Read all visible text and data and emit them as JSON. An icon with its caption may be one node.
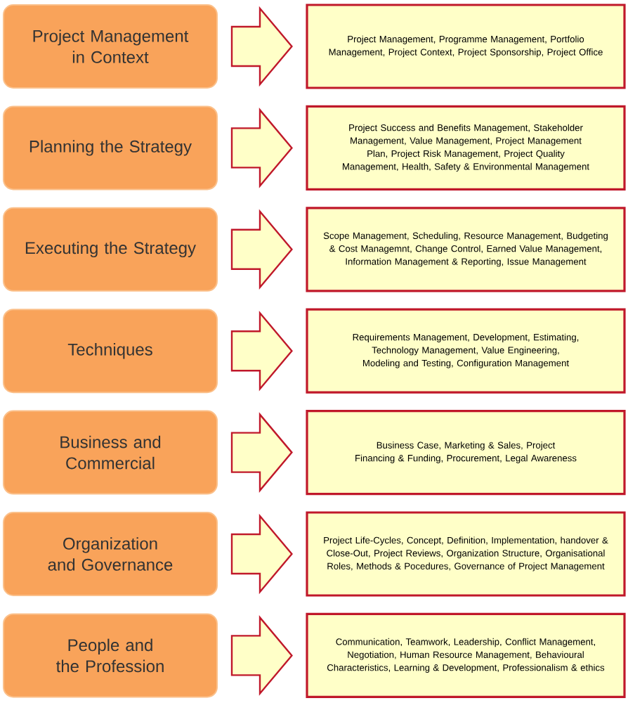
{
  "diagram": {
    "nodes": [
      {
        "text": [
          "Project Management in Context"
        ]
      },
      {
        "text": [
          "Project Management, Programme Management, Portfolio Management, Project Context, Project Sponsorship, Project Office"
        ]
      },
      {
        "text": [
          "Planning the Strategy"
        ]
      },
      {
        "text": [
          "Project Success and Benefits Management, Stakeholder Management, Value Management, Project Management Plan, Project Risk Management, Project Quality Management, Health, Safety & Environmental Management"
        ]
      },
      {
        "text": [
          "Executing the Strategy"
        ]
      },
      {
        "text": [
          "Scope Management, Scheduling, Resource Management, Budgeting & Cost Managemnt, Change Control, Earned Value Management, Information Management & Reporting, Issue Management"
        ]
      },
      {
        "text": [
          "Techniques"
        ]
      },
      {
        "text": [
          "Requirements Management, Development, Estimating, Technology Management, Value Engineering, Modeling and Testing, Configuration Management"
        ]
      },
      {
        "text": [
          "Business and Commercial"
        ]
      },
      {
        "text": [
          "Business Case, Marketing & Sales, Project Financing & Funding, Procurement, Legal Awareness"
        ]
      },
      {
        "text": [
          "Organization and Governance"
        ]
      },
      {
        "text": [
          "Project Life-Cycles, Concept, Definition, Implementation, handover & Close-Out, Project Reviews, Organization Structure, Organisational Roles, Methods & Pocedures, Governance of Project Management"
        ]
      },
      {
        "text": [
          "People and the Profession"
        ]
      },
      {
        "text": [
          "Communication, Teamwork, Leadership, Conflict Management, Negotiation, Human Resource Management, Behavioural Characteristics, Learning & Development, Professionalism & ethics"
        ]
      }
    ],
    "edges": [
      {
        "from": 0,
        "to": 1,
        "arrow": "to"
      },
      {
        "from": 2,
        "to": 3,
        "arrow": "to"
      },
      {
        "from": 4,
        "to": 5,
        "arrow": "to"
      },
      {
        "from": 6,
        "to": 7,
        "arrow": "to"
      },
      {
        "from": 8,
        "to": 9,
        "arrow": "to"
      },
      {
        "from": 10,
        "to": 11,
        "arrow": "to"
      },
      {
        "from": 12,
        "to": 13,
        "arrow": "to"
      }
    ]
  }
}
